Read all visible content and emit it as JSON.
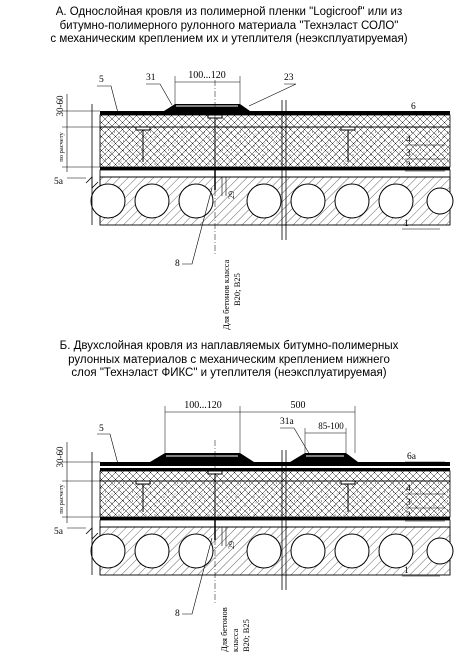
{
  "section_a": {
    "caption_lines": [
      "А. Однослойная кровля из полимерной пленки \"Logicroof\" или из",
      "битумно-полимерного рулонного материала \"Технэласт СОЛО\"",
      "с механическим креплением их и утеплителя (неэксплуатируемая)"
    ],
    "dim_overlap": "100...120",
    "dim_top": "30-60",
    "dim_side": "по расчету",
    "dim_anchor": "29",
    "concrete_line1": "Для бетонов класса",
    "concrete_line2": "B20; B25",
    "labels": {
      "l5": "5",
      "l31": "31",
      "l23": "23",
      "l6": "6",
      "l4": "4",
      "l3": "3",
      "l2": "2",
      "l5a": "5а",
      "l1": "1",
      "l8": "8"
    }
  },
  "section_b": {
    "caption_lines": [
      "Б. Двухслойная кровля из наплавляемых битумно-полимерных",
      "рулонных материалов с механическим креплением нижнего",
      "слоя \"Технэласт ФИКС\" и утеплителя (неэксплуатируемая)"
    ],
    "dim_overlap": "100...120",
    "dim_500": "500",
    "dim_85": "85-100",
    "dim_top": "30-60",
    "dim_side": "по расчету",
    "dim_anchor": "29",
    "concrete_line1": "Для бетонов",
    "concrete_line2": "класса",
    "concrete_line3": "B20; B25",
    "labels": {
      "l5": "5",
      "l31a": "31а",
      "l6a": "6а",
      "l4": "4",
      "l3": "3",
      "l2": "2",
      "l5a": "5а",
      "l1": "1",
      "l8": "8"
    }
  }
}
